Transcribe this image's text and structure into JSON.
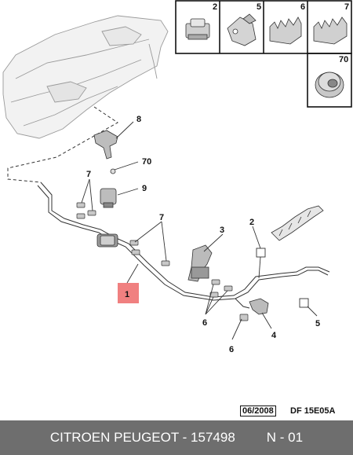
{
  "diagram": {
    "callouts": {
      "c2": "2",
      "c5": "5",
      "c6": "6",
      "c7": "7",
      "c70": "70",
      "part8": "8",
      "part70": "70",
      "part9": "9",
      "part7a": "7",
      "part7b": "7",
      "part3": "3",
      "part2": "2",
      "part1": "1",
      "part4": "4",
      "part5": "5",
      "part6a": "6",
      "part6b": "6"
    },
    "reference_date": "06/2008",
    "reference_code": "DF 15E05A"
  },
  "footer": {
    "make": "CITROEN PEUGEOT - 157498",
    "page": "N - 01"
  },
  "colors": {
    "line": "#222222",
    "highlight": "#f08080",
    "footer_bg": "#6e6e6e",
    "footer_text": "#ffffff"
  }
}
